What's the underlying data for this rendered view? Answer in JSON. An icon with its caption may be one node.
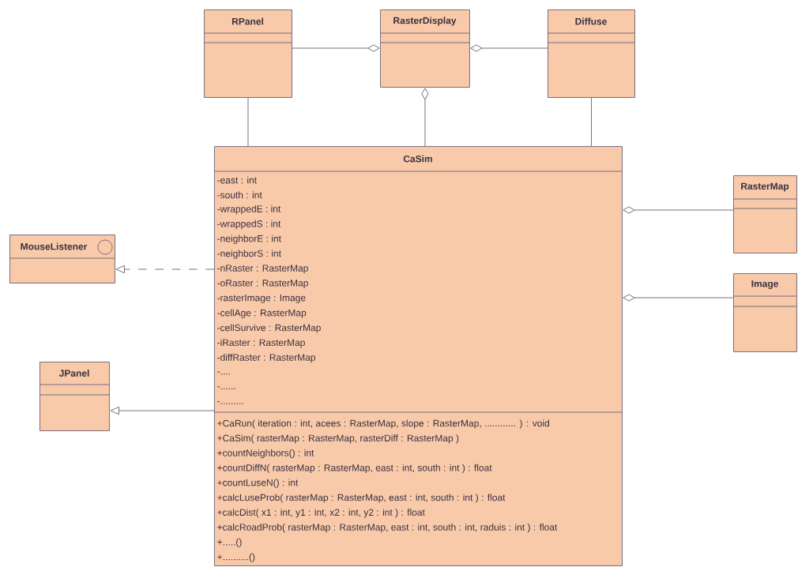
{
  "diagram": {
    "nodes": [
      {
        "text": [
          "RPanel"
        ]
      },
      {
        "text": [
          "RasterDisplay"
        ]
      },
      {
        "text": [
          "Diffuse"
        ]
      },
      {
        "text": [
          "CaSim",
          "-east : int",
          "-south : int",
          "-wrappedE : int",
          "-wrappedS : int",
          "-neighborE : int",
          "-neighborS : int",
          "-nRaster : RasterMap",
          "-oRaster : RasterMap",
          "-rasterImage : Image",
          "-cellAge : RasterMap",
          "-cellSurvive : RasterMap",
          "-iRaster : RasterMap",
          "-diffRaster : RasterMap",
          "-....",
          "-......",
          "-.........",
          "+CaRun( iteration : int, acees : RasterMap, slope : RasterMap, ............ ) : void",
          "+CaSim( rasterMap : RasterMap, rasterDiff : RasterMap )",
          "+countNeighbors() : int",
          "+countDiffN( rasterMap : RasterMap, east : int, south : int ) : float",
          "+countLuseN() : int",
          "+calcLuseProb( rasterMap : RasterMap, east : int, south : int ) : float",
          "+calcDist( x1 : int, y1 : int, x2 : int, y2 : int ) : float",
          "+calcRoadProb( rasterMap : RasterMap, east : int, south : int, raduis : int ) : float",
          "+.....()",
          "+..........()"
        ]
      },
      {
        "text": [
          "MouseListener"
        ]
      },
      {
        "text": [
          "JPanel"
        ]
      },
      {
        "text": [
          "RasterMap"
        ]
      },
      {
        "text": [
          "Image"
        ]
      }
    ],
    "edges": [
      {
        "from": 0,
        "to": 1,
        "arrow": "other"
      },
      {
        "from": 2,
        "to": 1,
        "arrow": "other"
      },
      {
        "from": 3,
        "to": 1,
        "arrow": "other"
      },
      {
        "from": 0,
        "to": 3,
        "arrow": "none"
      },
      {
        "from": 2,
        "to": 3,
        "arrow": "none"
      },
      {
        "from": 6,
        "to": 3,
        "arrow": "other"
      },
      {
        "from": 7,
        "to": 3,
        "arrow": "other"
      },
      {
        "from": 3,
        "to": 4,
        "arrow": "to",
        "style": "dashed"
      },
      {
        "from": 3,
        "to": 5,
        "arrow": "to"
      }
    ]
  }
}
